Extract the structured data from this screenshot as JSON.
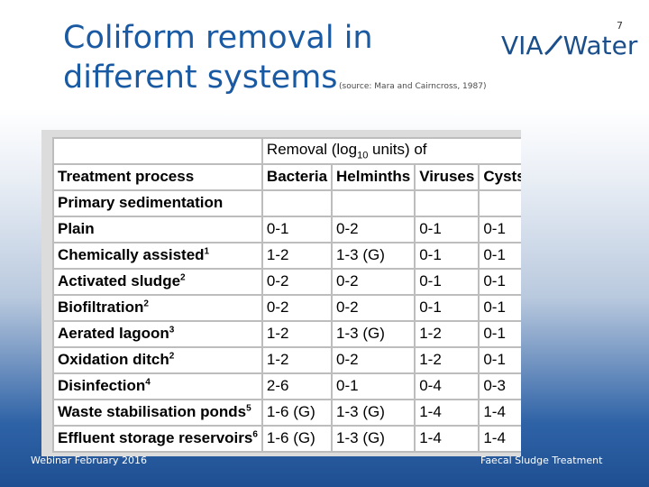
{
  "slide": {
    "title_line1": "Coliform removal in",
    "title_line2": "different systems",
    "source_note": "(source: Mara and Cairncross, 1987)",
    "logo_left": "VIA",
    "logo_right": "Water",
    "page_number": "7",
    "footer_left": "Webinar February 2016",
    "footer_right": "Faecal Sludge Treatment"
  },
  "table": {
    "group_header": {
      "prefix": "Removal (log",
      "sub": "10",
      "suffix": " units) of"
    },
    "headers": [
      "Treatment process",
      "Bacteria",
      "Helminths",
      "Viruses",
      "Cysts"
    ],
    "section": "Primary sedimentation",
    "rows": [
      {
        "process": "Plain",
        "sup": "",
        "bacteria": "0-1",
        "helminths": "0-2",
        "viruses": "0-1",
        "cysts": "0-1"
      },
      {
        "process": "Chemically assisted",
        "sup": "1",
        "bacteria": "1-2",
        "helminths": "1-3 (G)",
        "viruses": "0-1",
        "cysts": "0-1"
      },
      {
        "process": "Activated sludge",
        "sup": "2",
        "bacteria": "0-2",
        "helminths": "0-2",
        "viruses": "0-1",
        "cysts": "0-1"
      },
      {
        "process": "Biofiltration",
        "sup": "2",
        "bacteria": "0-2",
        "helminths": "0-2",
        "viruses": "0-1",
        "cysts": "0-1"
      },
      {
        "process": "Aerated lagoon",
        "sup": "3",
        "bacteria": "1-2",
        "helminths": "1-3 (G)",
        "viruses": "1-2",
        "cysts": "0-1"
      },
      {
        "process": "Oxidation ditch",
        "sup": "2",
        "bacteria": "1-2",
        "helminths": "0-2",
        "viruses": "1-2",
        "cysts": "0-1"
      },
      {
        "process": "Disinfection",
        "sup": "4",
        "bacteria": "2-6",
        "helminths": "0-1",
        "viruses": "0-4",
        "cysts": "0-3"
      },
      {
        "process": "Waste stabilisation ponds",
        "sup": "5",
        "bacteria": "1-6 (G)",
        "helminths": "1-3 (G)",
        "viruses": "1-4",
        "cysts": "1-4"
      },
      {
        "process": "Effluent storage reservoirs",
        "sup": "6",
        "bacteria": "1-6 (G)",
        "helminths": "1-3 (G)",
        "viruses": "1-4",
        "cysts": "1-4"
      }
    ]
  }
}
